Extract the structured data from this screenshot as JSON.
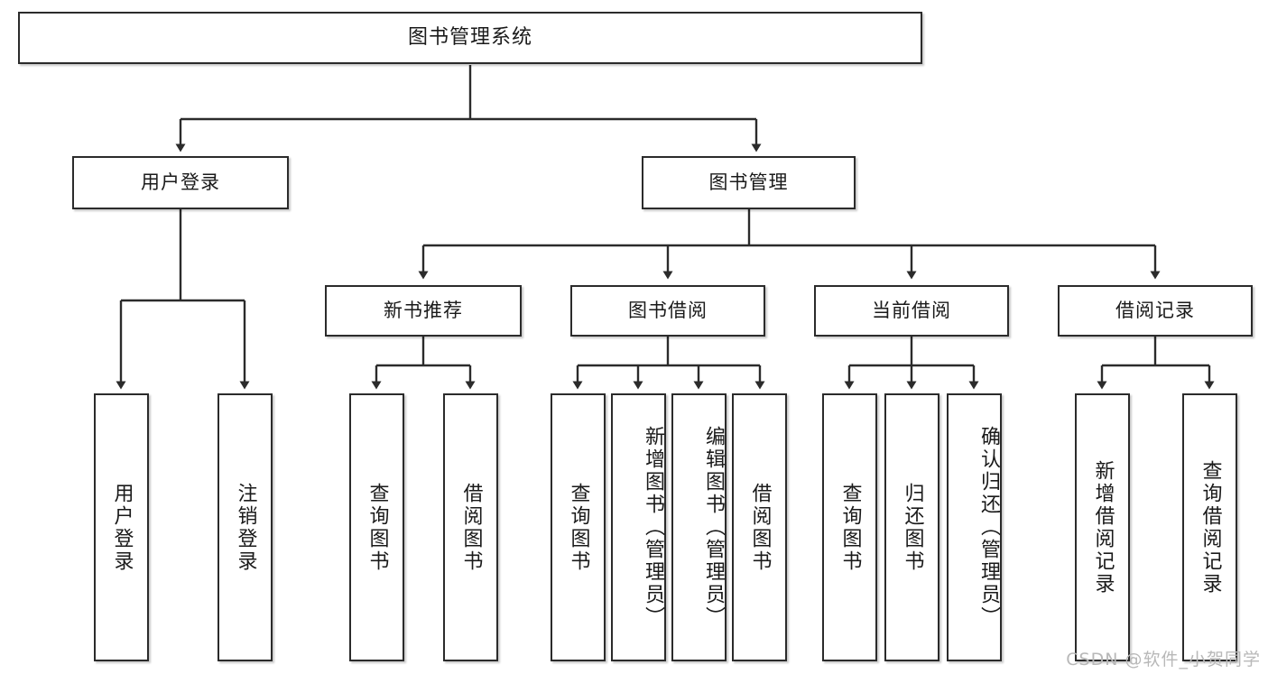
{
  "diagram": {
    "type": "tree-hierarchy-chart",
    "title": "图书管理系统",
    "colors": {
      "box_border": "#2b2b2b",
      "box_fill": "#ffffff",
      "connector": "#2b2b2b",
      "text": "#1a1a1a",
      "watermark": "#b8b8b8",
      "background": "#ffffff"
    },
    "levels": {
      "level1": "系统",
      "level2": "模块",
      "level3": "子模块",
      "level4": "功能"
    }
  },
  "root": {
    "label": "图书管理系统"
  },
  "level2": [
    {
      "id": "user-login",
      "label": "用户登录"
    },
    {
      "id": "book-manage",
      "label": "图书管理"
    }
  ],
  "level3": [
    {
      "id": "new-book-recommend",
      "label": "新书推荐"
    },
    {
      "id": "book-borrow",
      "label": "图书借阅"
    },
    {
      "id": "current-borrow",
      "label": "当前借阅"
    },
    {
      "id": "borrow-record",
      "label": "借阅记录"
    }
  ],
  "leaves": {
    "user_login": [
      {
        "id": "leaf-user-login",
        "label": "用户登录"
      },
      {
        "id": "leaf-logout-login",
        "label": "注销登录"
      }
    ],
    "new_book_recommend": [
      {
        "id": "leaf-query-book-1",
        "label": "查询图书"
      },
      {
        "id": "leaf-borrow-book-1",
        "label": "借阅图书"
      }
    ],
    "book_borrow": [
      {
        "id": "leaf-query-book-2",
        "label": "查询图书"
      },
      {
        "id": "leaf-add-book-admin",
        "label": "新增图书（管理员）"
      },
      {
        "id": "leaf-edit-book-admin",
        "label": "编辑图书（管理员）"
      },
      {
        "id": "leaf-borrow-book-2",
        "label": "借阅图书"
      }
    ],
    "current_borrow": [
      {
        "id": "leaf-query-book-3",
        "label": "查询图书"
      },
      {
        "id": "leaf-return-book",
        "label": "归还图书"
      },
      {
        "id": "leaf-confirm-return-admin",
        "label": "确认归还（管理员）"
      }
    ],
    "borrow_record": [
      {
        "id": "leaf-add-borrow-record",
        "label": "新增借阅记录"
      },
      {
        "id": "leaf-query-borrow-record",
        "label": "查询借阅记录"
      }
    ]
  },
  "watermark": {
    "text": "CSDN @软件_小贺同学"
  }
}
